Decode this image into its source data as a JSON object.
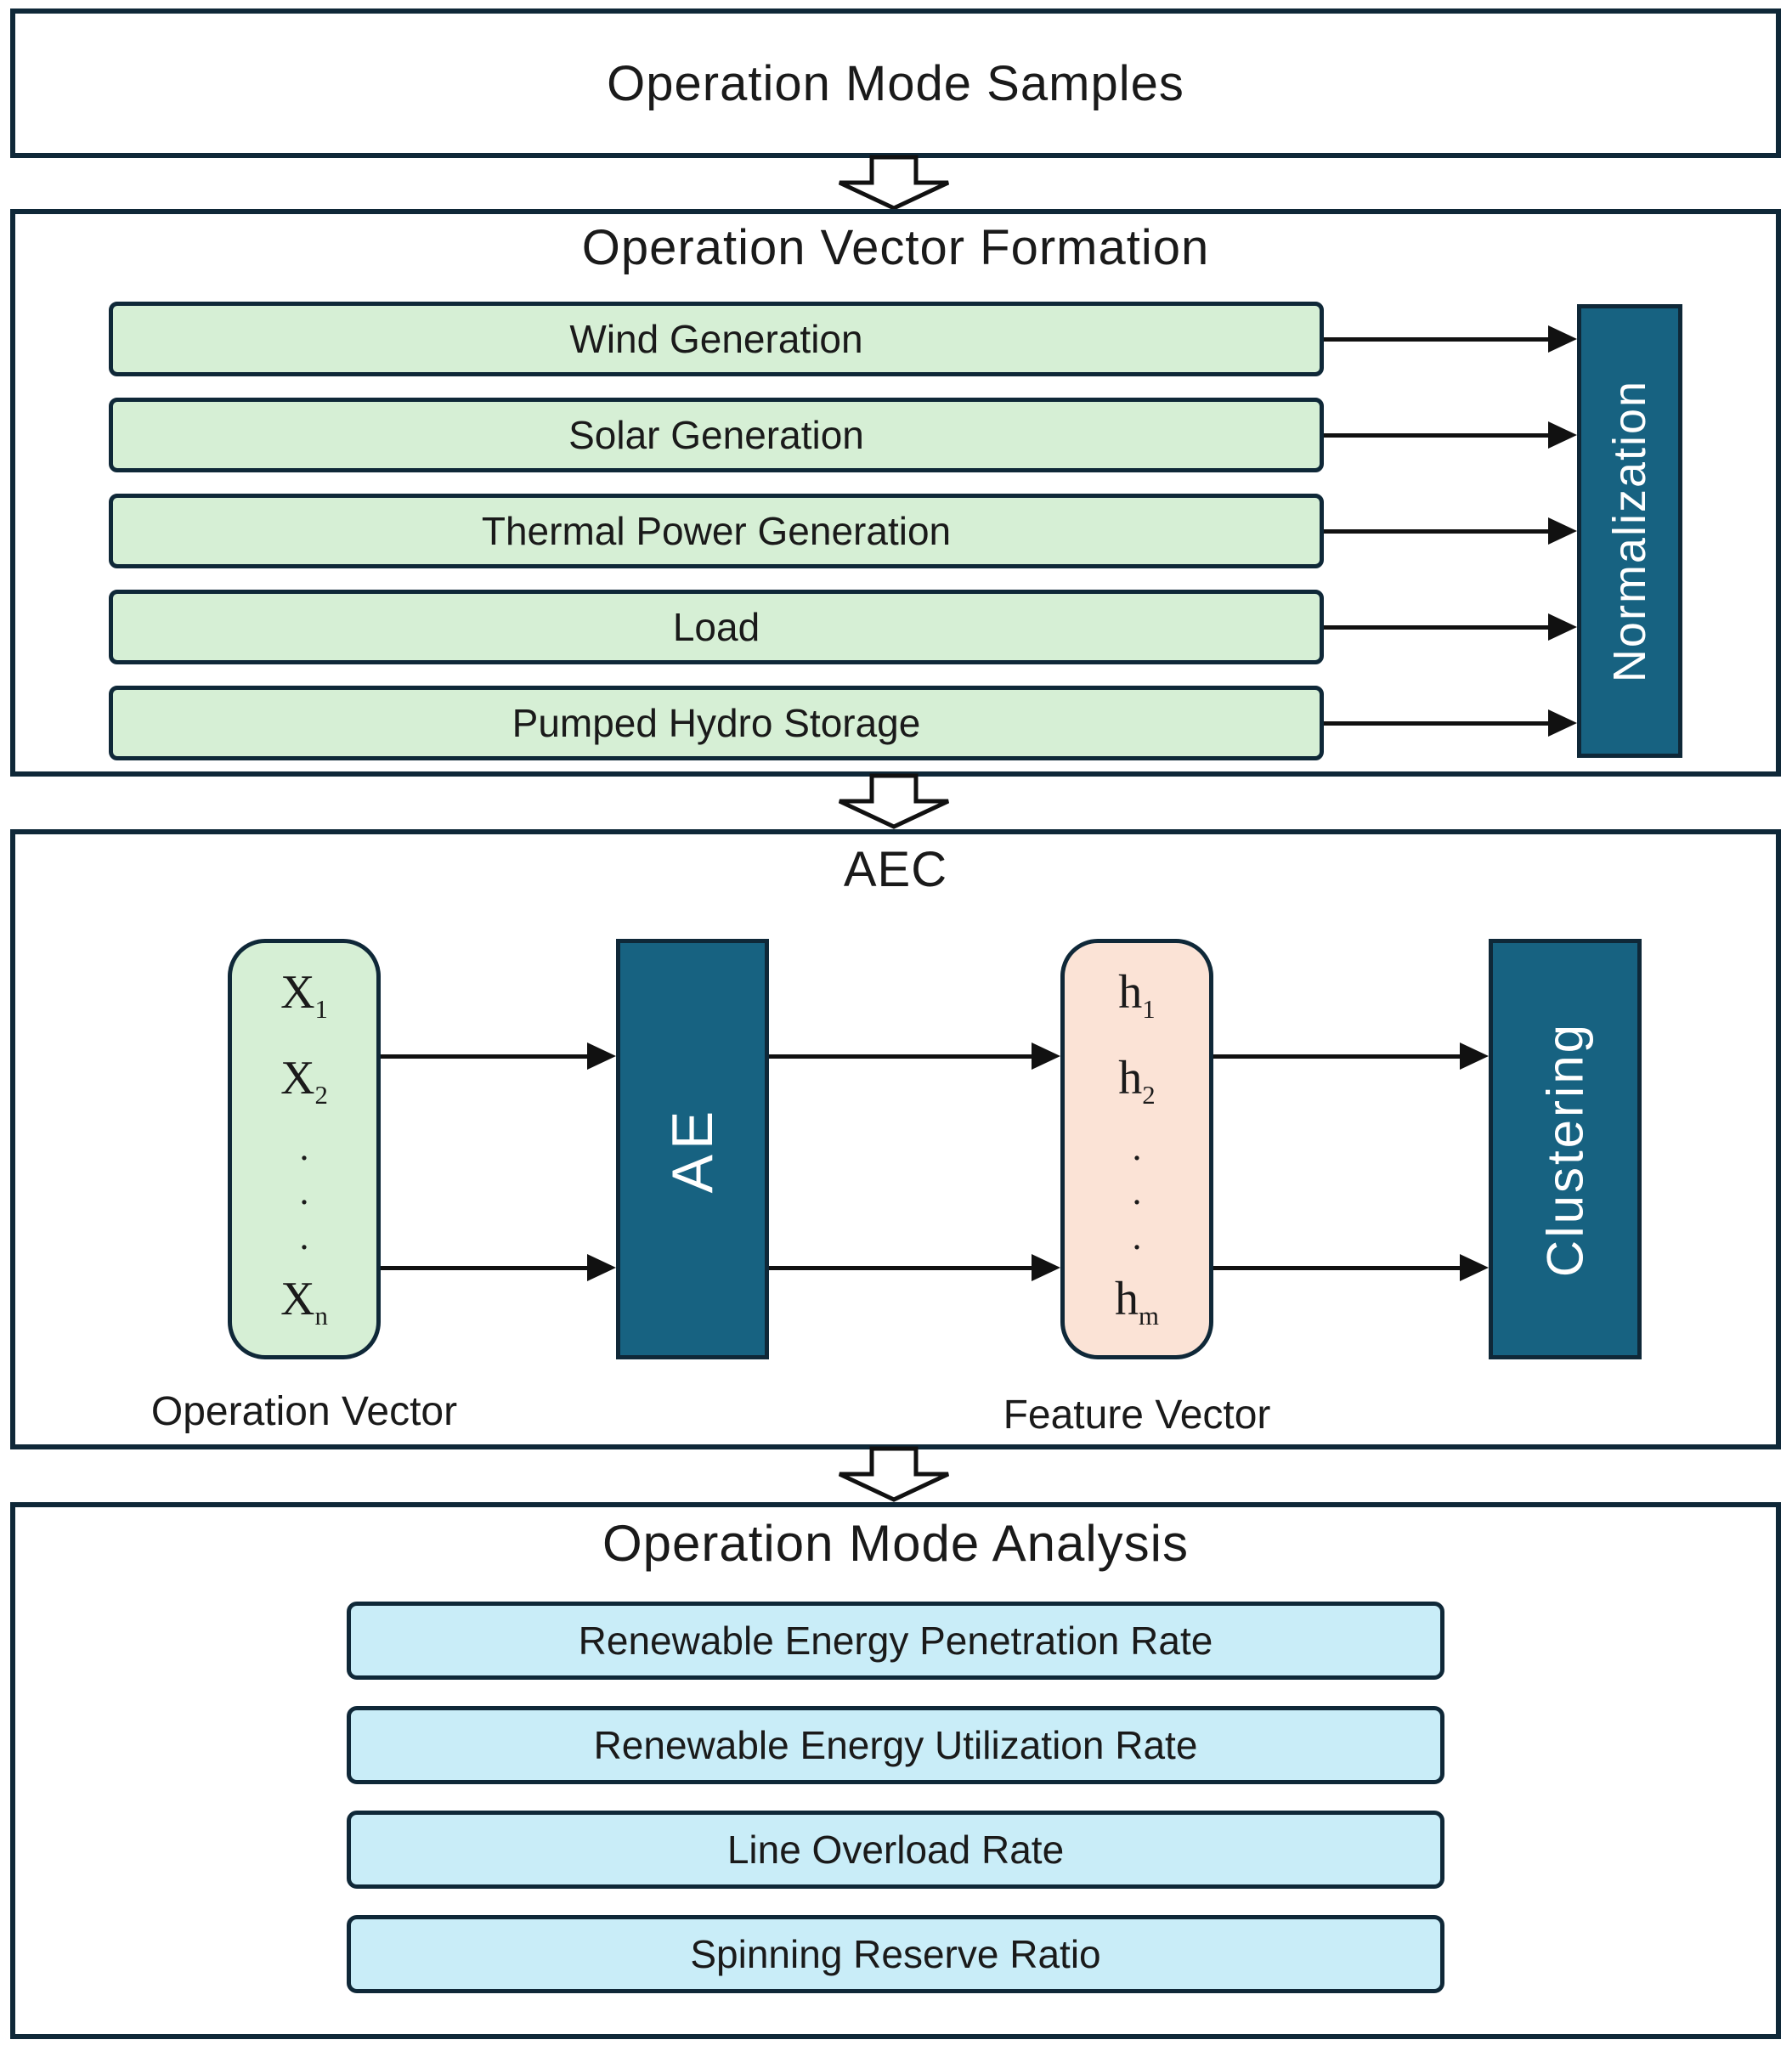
{
  "colors": {
    "border_dark": "#0f2838",
    "box_green": "#d6efd5",
    "box_teal": "#176281",
    "box_peach": "#fbe3d6",
    "box_cyan": "#c9edf8",
    "arrow_black": "#111111",
    "text_dark": "#1a1a1a",
    "text_white": "#ffffff"
  },
  "samples": {
    "title": "Operation Mode Samples"
  },
  "formation": {
    "title": "Operation Vector Formation",
    "rows": [
      "Wind Generation",
      "Solar Generation",
      "Thermal Power Generation",
      "Load",
      "Pumped Hydro Storage"
    ],
    "normalization_label": "Normalization"
  },
  "aec": {
    "title": "AEC",
    "ae_label": "AE",
    "clustering_label": "Clustering",
    "operation_vector": {
      "caption": "Operation Vector",
      "items": [
        {
          "base": "X",
          "sub": "1"
        },
        {
          "base": "X",
          "sub": "2"
        },
        {
          "base": "."
        },
        {
          "base": "."
        },
        {
          "base": "."
        },
        {
          "base": "X",
          "sub": "n"
        }
      ]
    },
    "feature_vector": {
      "caption": "Feature Vector",
      "items": [
        {
          "base": "h",
          "sub": "1"
        },
        {
          "base": "h",
          "sub": "2"
        },
        {
          "base": "."
        },
        {
          "base": "."
        },
        {
          "base": "."
        },
        {
          "base": "h",
          "sub": "m"
        }
      ]
    }
  },
  "analysis": {
    "title": "Operation Mode Analysis",
    "rows": [
      "Renewable Energy Penetration Rate",
      "Renewable Energy Utilization Rate",
      "Line Overload Rate",
      "Spinning Reserve Ratio"
    ]
  }
}
